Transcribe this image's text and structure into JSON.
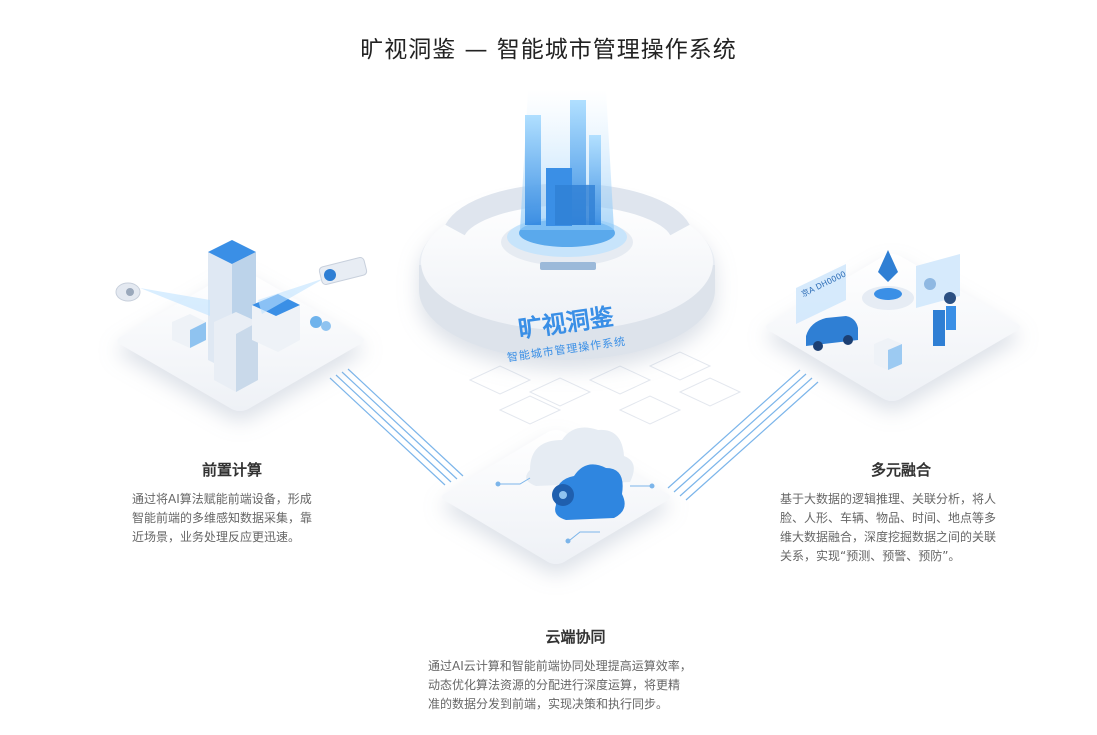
{
  "header": {
    "title": "旷视洞鉴 — 智能城市管理操作系统"
  },
  "hub": {
    "brand": "旷视洞鉴",
    "subtitle": "智能城市管理操作系统"
  },
  "left_platform": {
    "plate": "",
    "badge": ""
  },
  "right_platform": {
    "plate": "京A DH0000"
  },
  "sections": {
    "front_compute": {
      "title": "前置计算",
      "lines": [
        "通过将AI算法赋能前端设备，形成",
        "智能前端的多维感知数据采集，靠",
        "近场景，业务处理反应更迅速。"
      ]
    },
    "fusion": {
      "title": "多元融合",
      "lines": [
        "基于大数据的逻辑推理、关联分析，将人",
        "脸、人形、车辆、物品、时间、地点等多",
        "维大数据融合，深度挖掘数据之间的关联",
        "关系，实现“预测、预警、预防”。"
      ]
    },
    "cloud_edge": {
      "title": "云端协同",
      "lines": [
        "通过AI云计算和智能前端协同处理提高运算效率，",
        "动态优化算法资源的分配进行深度运算，将更精",
        "准的数据分发到前端，实现决策和执行同步。"
      ]
    }
  },
  "colors": {
    "accent": "#2f86e0",
    "accent_light": "#9cd0f8",
    "platform": "#f4f6fa",
    "line": "#7cb5ea"
  }
}
